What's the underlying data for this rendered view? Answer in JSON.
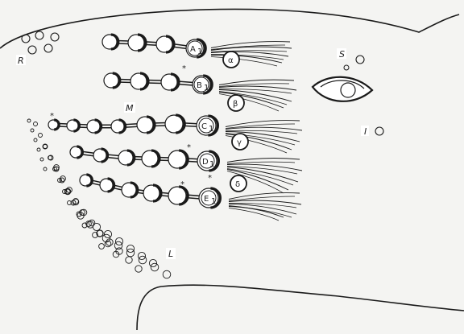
{
  "labels": {
    "R": "R",
    "S": "S",
    "I": "I",
    "M": "M",
    "L": "L",
    "A1": "A",
    "B1": "B",
    "C1": "C",
    "D1": "D",
    "E1": "E",
    "sub1": "1",
    "alpha": "α",
    "beta": "β",
    "gamma": "γ",
    "delta": "δ",
    "star": "*"
  },
  "colors": {
    "ink": "#1a1a1a",
    "paper": "#f4f4f2"
  }
}
